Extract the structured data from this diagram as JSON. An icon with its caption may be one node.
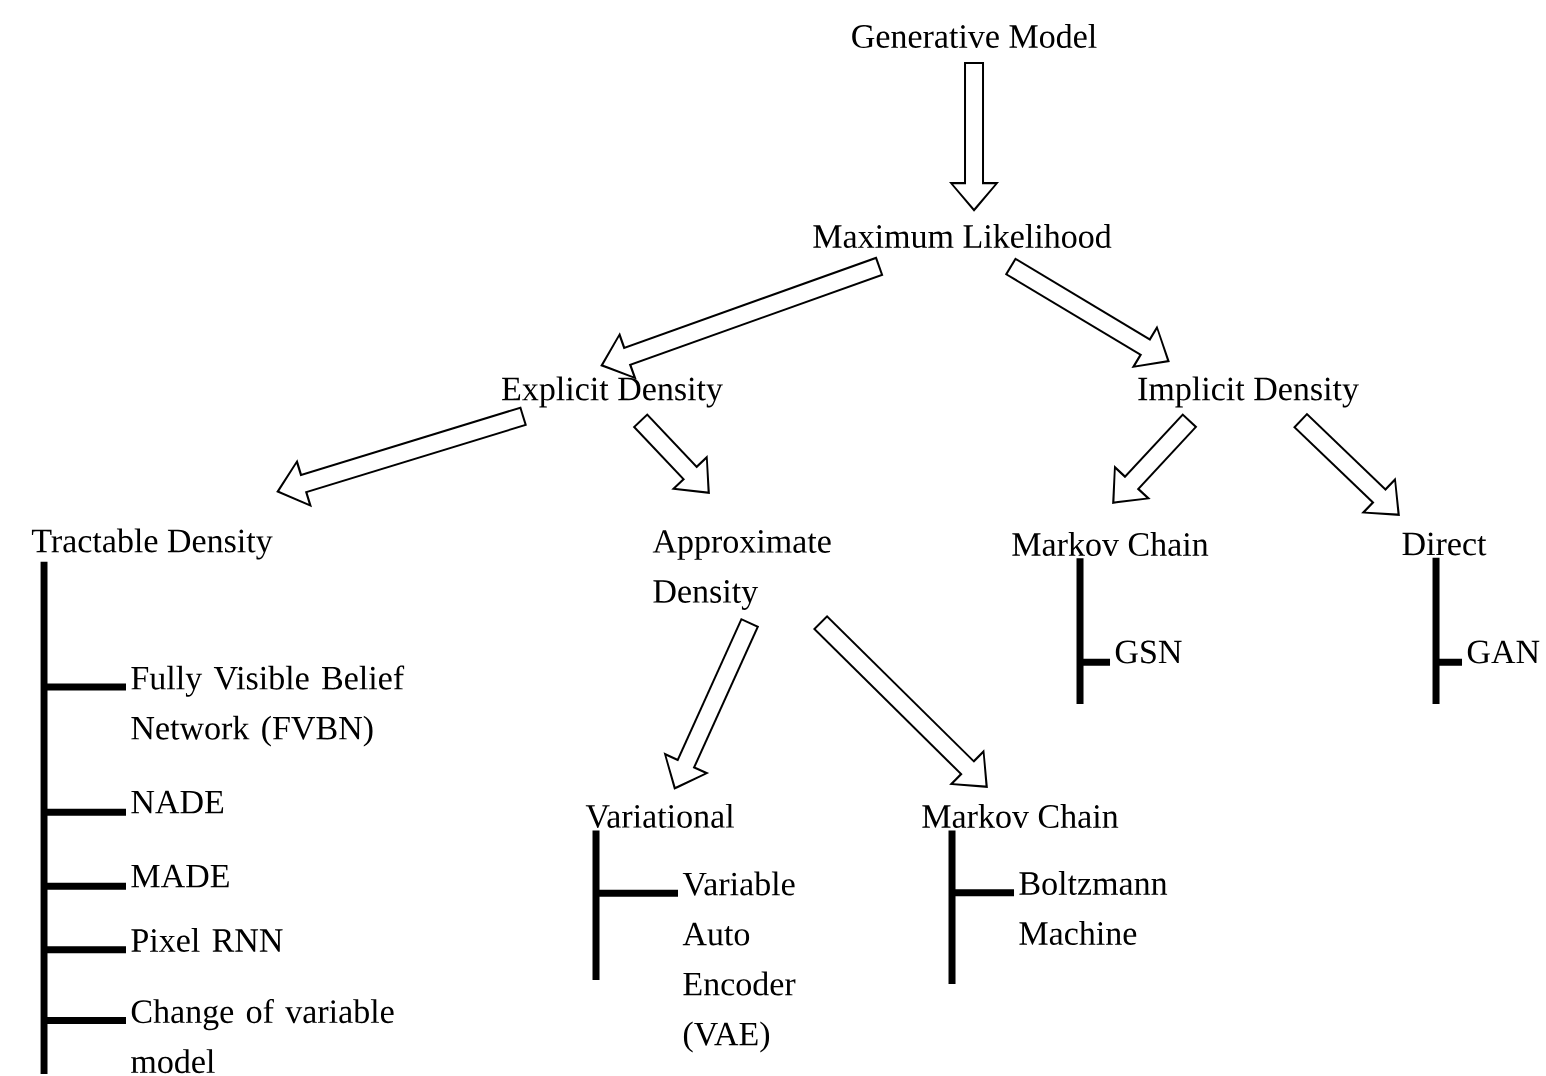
{
  "diagram": {
    "nodes": [
      {
        "text": [
          "Generative Model"
        ]
      },
      {
        "text": [
          "Maximum Likelihood"
        ]
      },
      {
        "text": [
          "Explicit Density"
        ]
      },
      {
        "text": [
          "Implicit Density"
        ]
      },
      {
        "text": [
          "Tractable Density"
        ]
      },
      {
        "text": [
          "Approximate Density"
        ]
      },
      {
        "text": [
          "Markov Chain"
        ]
      },
      {
        "text": [
          "Direct"
        ]
      },
      {
        "text": [
          "Fully Visible Belief Network (FVBN)"
        ]
      },
      {
        "text": [
          "NADE"
        ]
      },
      {
        "text": [
          "MADE"
        ]
      },
      {
        "text": [
          "Pixel RNN"
        ]
      },
      {
        "text": [
          "Change of variable model"
        ]
      },
      {
        "text": [
          "GSN"
        ]
      },
      {
        "text": [
          "GAN"
        ]
      },
      {
        "text": [
          "Variational"
        ]
      },
      {
        "text": [
          "Markov Chain"
        ]
      },
      {
        "text": [
          "Variable Auto Encoder (VAE)"
        ]
      },
      {
        "text": [
          "Boltzmann Machine"
        ]
      }
    ],
    "edges": [
      {
        "from": 0,
        "to": 1,
        "arrow": "to",
        "style": "thick"
      },
      {
        "from": 1,
        "to": 2,
        "arrow": "to",
        "style": "thick"
      },
      {
        "from": 1,
        "to": 3,
        "arrow": "to",
        "style": "thick"
      },
      {
        "from": 2,
        "to": 4,
        "arrow": "to",
        "style": "thick"
      },
      {
        "from": 2,
        "to": 5,
        "arrow": "to",
        "style": "thick"
      },
      {
        "from": 3,
        "to": 6,
        "arrow": "to",
        "style": "thick"
      },
      {
        "from": 3,
        "to": 7,
        "arrow": "to",
        "style": "thick"
      },
      {
        "from": 5,
        "to": 15,
        "arrow": "to",
        "style": "thick"
      },
      {
        "from": 5,
        "to": 16,
        "arrow": "to",
        "style": "thick"
      },
      {
        "from": 4,
        "to": 8,
        "arrow": "none"
      },
      {
        "from": 4,
        "to": 9,
        "arrow": "none"
      },
      {
        "from": 4,
        "to": 10,
        "arrow": "none"
      },
      {
        "from": 4,
        "to": 11,
        "arrow": "none"
      },
      {
        "from": 4,
        "to": 12,
        "arrow": "none"
      },
      {
        "from": 6,
        "to": 13,
        "arrow": "none"
      },
      {
        "from": 7,
        "to": 14,
        "arrow": "none"
      },
      {
        "from": 15,
        "to": 17,
        "arrow": "none"
      },
      {
        "from": 16,
        "to": 18,
        "arrow": "none"
      }
    ]
  }
}
